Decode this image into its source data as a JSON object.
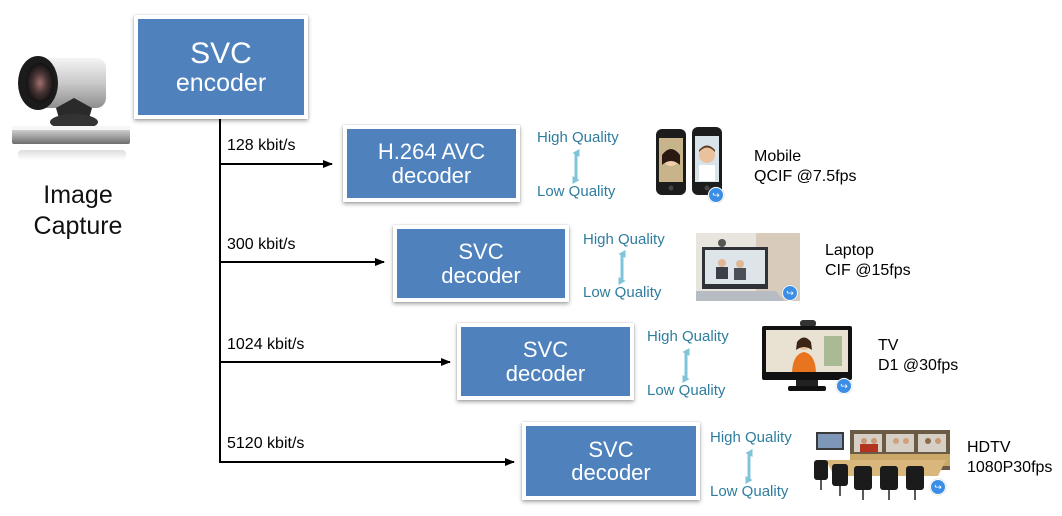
{
  "source": {
    "caption_line1": "Image",
    "caption_line2": "Capture",
    "icon": "video-camera-icon"
  },
  "encoder": {
    "line1": "SVC",
    "line2": "encoder"
  },
  "colors": {
    "box_fill": "#4f81bd",
    "quality_text": "#2e7d9e",
    "quality_arrow": "#7fc4d8",
    "share_badge": "#3a8ee6"
  },
  "streams": [
    {
      "bitrate": "128 kbit/s",
      "decoder_line1": "H.264 AVC",
      "decoder_line2": "decoder",
      "quality_high": "High Quality",
      "quality_low": "Low Quality",
      "device_name": "Mobile",
      "device_format": "QCIF @7.5fps",
      "device_icon": "smartphones-icon"
    },
    {
      "bitrate": "300 kbit/s",
      "decoder_line1": "SVC",
      "decoder_line2": "decoder",
      "quality_high": "High Quality",
      "quality_low": "Low Quality",
      "device_name": "Laptop",
      "device_format": "CIF @15fps",
      "device_icon": "laptop-icon"
    },
    {
      "bitrate": "1024 kbit/s",
      "decoder_line1": "SVC",
      "decoder_line2": "decoder",
      "quality_high": "High Quality",
      "quality_low": "Low Quality",
      "device_name": "TV",
      "device_format": "D1 @30fps",
      "device_icon": "tv-monitor-icon"
    },
    {
      "bitrate": "5120 kbit/s",
      "decoder_line1": "SVC",
      "decoder_line2": "decoder",
      "quality_high": "High Quality",
      "quality_low": "Low Quality",
      "device_name": "HDTV",
      "device_format": "1080P30fps",
      "device_icon": "telepresence-room-icon"
    }
  ]
}
